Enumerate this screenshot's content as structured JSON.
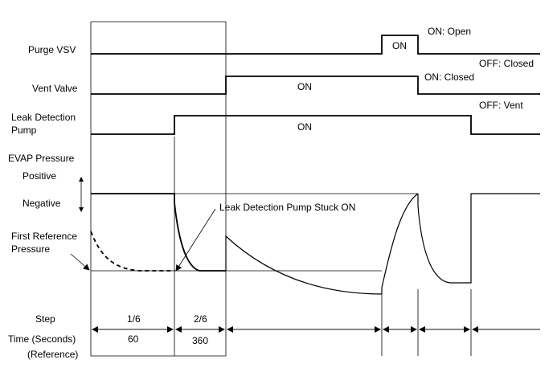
{
  "labels": {
    "purge_vsv": "Purge VSV",
    "vent_valve": "Vent Valve",
    "leak_pump_1": "Leak Detection",
    "leak_pump_2": "Pump",
    "evap_pressure": "EVAP Pressure",
    "positive": "Positive",
    "negative": "Negative",
    "first_ref_1": "First Reference",
    "first_ref_2": "Pressure",
    "step": "Step",
    "time_1": "Time (Seconds)",
    "time_2": "(Reference)"
  },
  "annotations": {
    "purge_on": "ON",
    "purge_on_state": "ON: Open",
    "purge_off_state": "OFF: Closed",
    "vent_on": "ON",
    "vent_on_state": "ON: Closed",
    "vent_off_state": "OFF: Vent",
    "pump_on": "ON",
    "pump_stuck": "Leak Detection Pump Stuck ON"
  },
  "steps": [
    {
      "step": "1/6",
      "time": "60"
    },
    {
      "step": "2/6",
      "time": "360"
    }
  ]
}
